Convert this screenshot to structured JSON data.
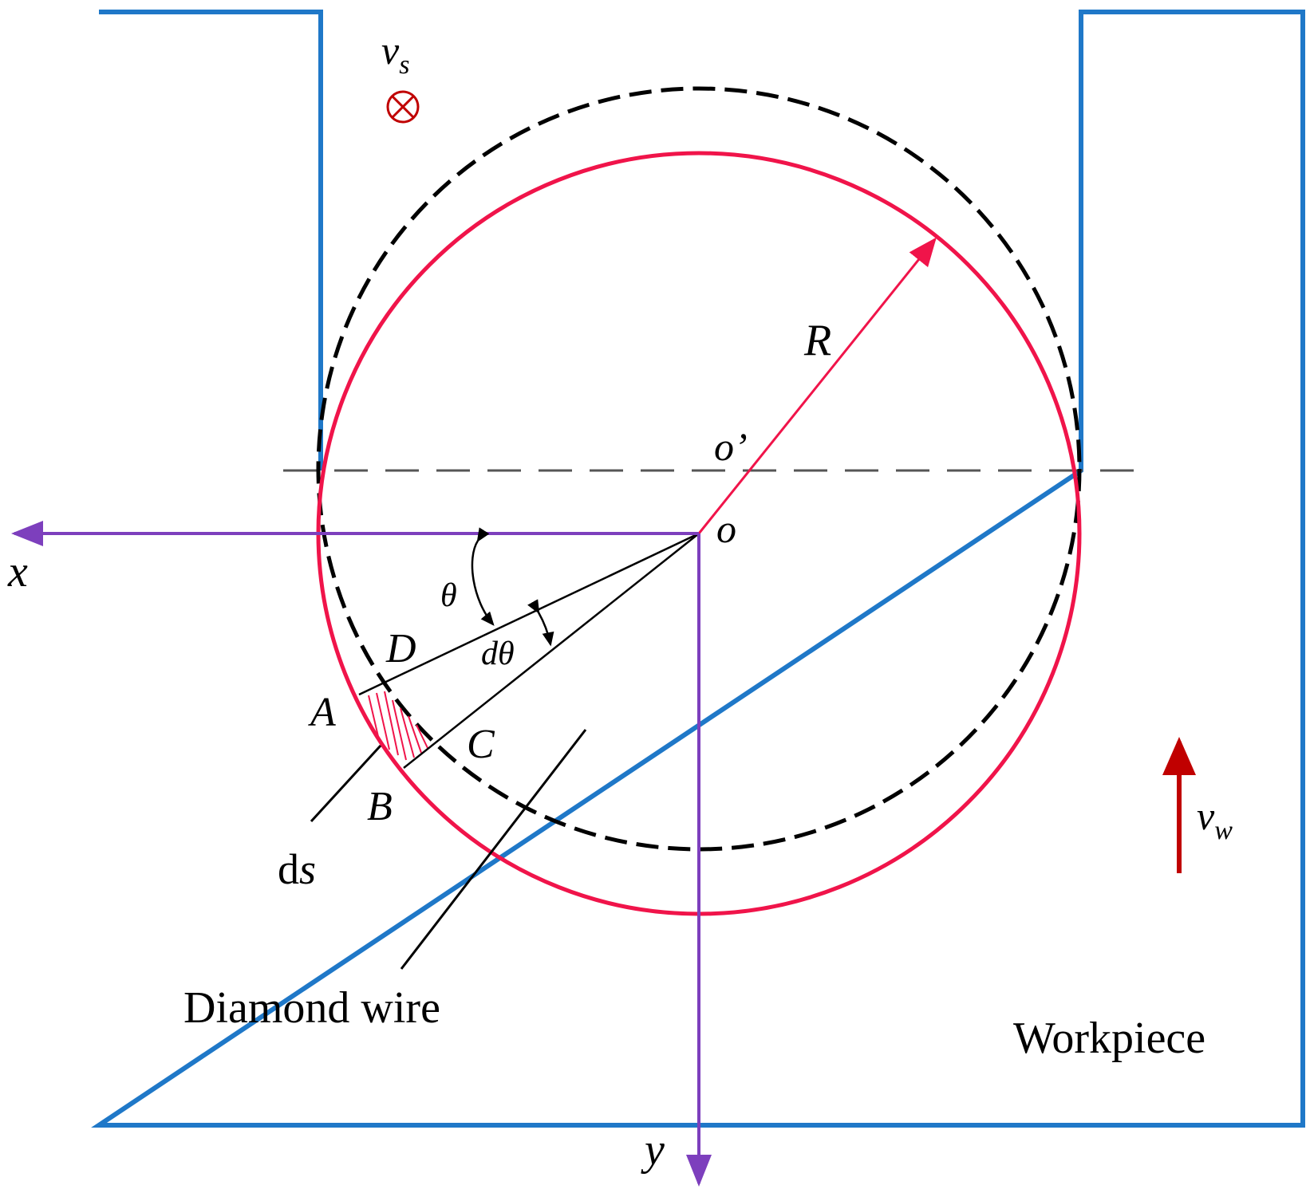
{
  "labels": {
    "vs_main": "v",
    "vs_sub": "s",
    "vs_symbol": "⊗",
    "R": "R",
    "o_prime": "o’",
    "o": "o",
    "x": "x",
    "y": "y",
    "theta": "θ",
    "dtheta": "dθ",
    "D": "D",
    "A": "A",
    "C": "C",
    "B": "B",
    "ds_d": "d",
    "ds_s": "s",
    "diamond_wire": "Diamond wire",
    "workpiece": "Workpiece",
    "vw_main": "v",
    "vw_sub": "w"
  },
  "colors": {
    "workpiece_outline": "#1f78c8",
    "wire_circle": "#f0144a",
    "dashed_circle": "#000000",
    "axes": "#7d3fbd",
    "velocity_arrow": "#c00000",
    "hatch": "#f0144a"
  }
}
